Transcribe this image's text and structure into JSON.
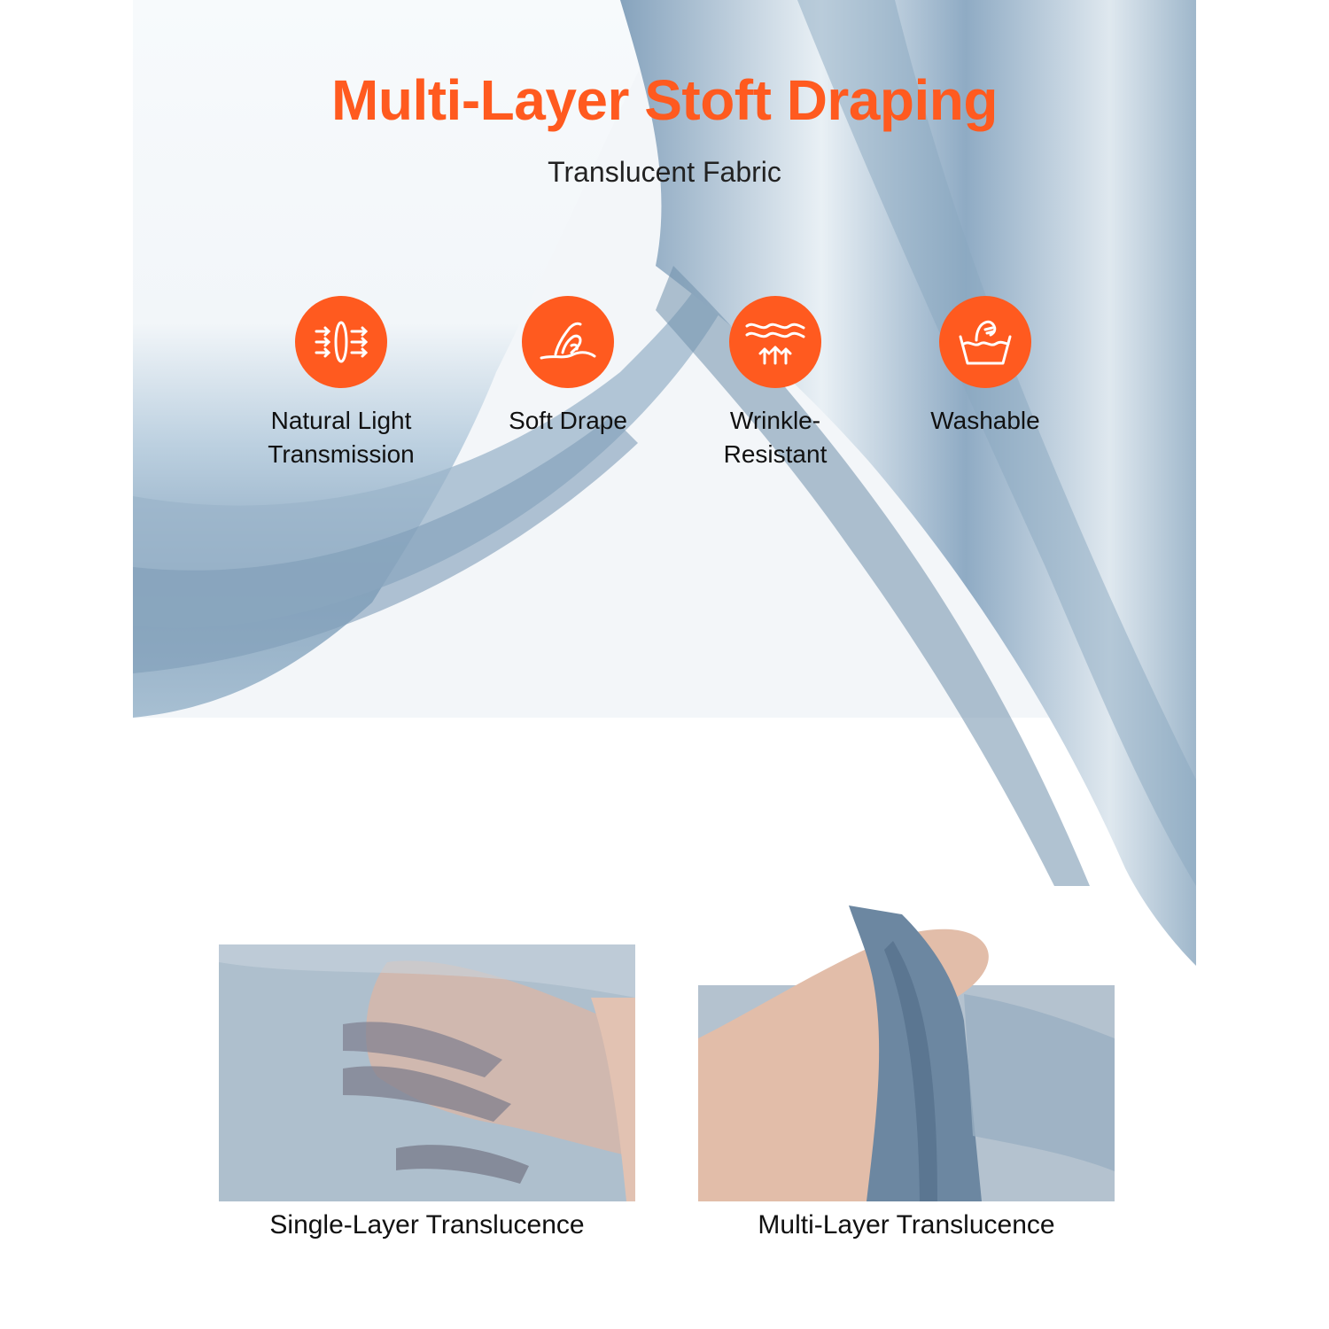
{
  "colors": {
    "accent": "#ff5a1f",
    "fabric_blue": "#7e9bb5",
    "fabric_dark": "#5f7d99",
    "fabric_white": "#f4f7f9"
  },
  "header": {
    "title": "Multi-Layer Stoft Draping",
    "subtitle": "Translucent Fabric"
  },
  "features": [
    {
      "icon": "light-transmission-icon",
      "label": "Natural Light\nTransmission"
    },
    {
      "icon": "soft-drape-hand-icon",
      "label": "Soft Drape"
    },
    {
      "icon": "wrinkle-resistant-icon",
      "label": "Wrinkle-\nResistant"
    },
    {
      "icon": "hand-wash-icon",
      "label": "Washable"
    }
  ],
  "photos": [
    {
      "caption": "Single-Layer Translucence"
    },
    {
      "caption": "Multi-Layer Translucence"
    }
  ]
}
